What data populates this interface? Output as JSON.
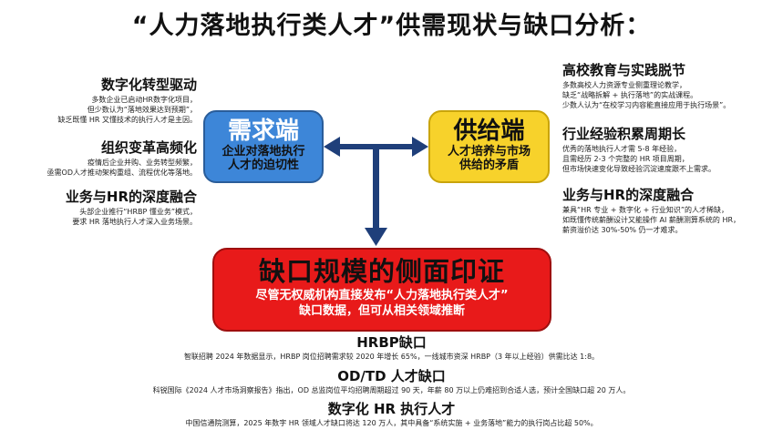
{
  "title": "“人力落地执行类人才”供需现状与缺口分析：",
  "left_blocks": [
    {
      "heading": "数字化转型驱动",
      "lines": [
        "多数企业已启动HR数字化项目，",
        "但少数认为“落地效果达到预期”，",
        "缺乏既懂 HR 又懂技术的执行人才是主因。"
      ]
    },
    {
      "heading": "组织变革高频化",
      "lines": [
        "疫情后企业并购、业务转型频繁，",
        "亟需OD人才推动架构重组、流程优化等落地。"
      ]
    },
    {
      "heading": "业务与HR的深度融合",
      "lines": [
        "头部企业推行“HRBP 懂业务”模式，",
        "要求 HR 落地执行人才深入业务场景。"
      ]
    }
  ],
  "right_blocks": [
    {
      "heading": "高校教育与实践脱节",
      "lines": [
        "多数高校人力资源专业侧重理论教学，",
        "缺乏“战略拆解 + 执行落地”的实战课程。",
        "少数人认为“在校学习内容能直接应用于执行场景”。"
      ]
    },
    {
      "heading": "行业经验积累周期长",
      "lines": [
        "优秀的落地执行人才需 5-8 年经验，",
        "且需经历 2-3 个完整的 HR 项目周期，",
        "但市场快速变化导致经验沉淀速度跟不上需求。"
      ]
    },
    {
      "heading": "业务与HR的深度融合",
      "lines": [
        "兼具“HR 专业 + 数字化 + 行业知识”的人才稀缺，",
        "如既懂传统薪酬设计又能操作 AI 薪酬测算系统的 HR，",
        "薪资溢价达 30%-50% 仍一才难求。"
      ]
    }
  ],
  "demand_box": {
    "title": "需求端",
    "subtitle_lines": [
      "企业对落地执行",
      "人才的迫切性"
    ]
  },
  "supply_box": {
    "title": "供给端",
    "subtitle_lines": [
      "人才培养与市场",
      "供给的矛盾"
    ]
  },
  "gap_box": {
    "title": "缺口规模的侧面印证",
    "subtitle_lines": [
      "尽管无权威机构直接发布“人力落地执行类人才”",
      "缺口数据，但可从相关领域推断"
    ]
  },
  "bottom_sections": [
    {
      "heading": "HRBP缺口",
      "text": "智联招聘 2024 年数据显示，HRBP 岗位招聘需求较 2020 年增长 65%，一线城市资深 HRBP（3 年以上经验）供需比达 1:8。"
    },
    {
      "heading": "OD/TD 人才缺口",
      "text": "科锐国际《2024 人才市场洞察报告》指出，OD 总监岗位平均招聘周期超过 90 天，年薪 80 万以上仍难招到合适人选，预计全国缺口超 20 万人。"
    },
    {
      "heading": "数字化 HR 执行人才",
      "text": "中国信通院测算，2025 年数字 HR 领域人才缺口将达 120 万人，其中具备“系统实施 + 业务落地”能力的执行岗占比超 50%。"
    }
  ],
  "colors": {
    "demand": "#3d86d8",
    "supply": "#f7d22b",
    "gap": "#e81a1a",
    "arrow": "#1f3f7a"
  }
}
